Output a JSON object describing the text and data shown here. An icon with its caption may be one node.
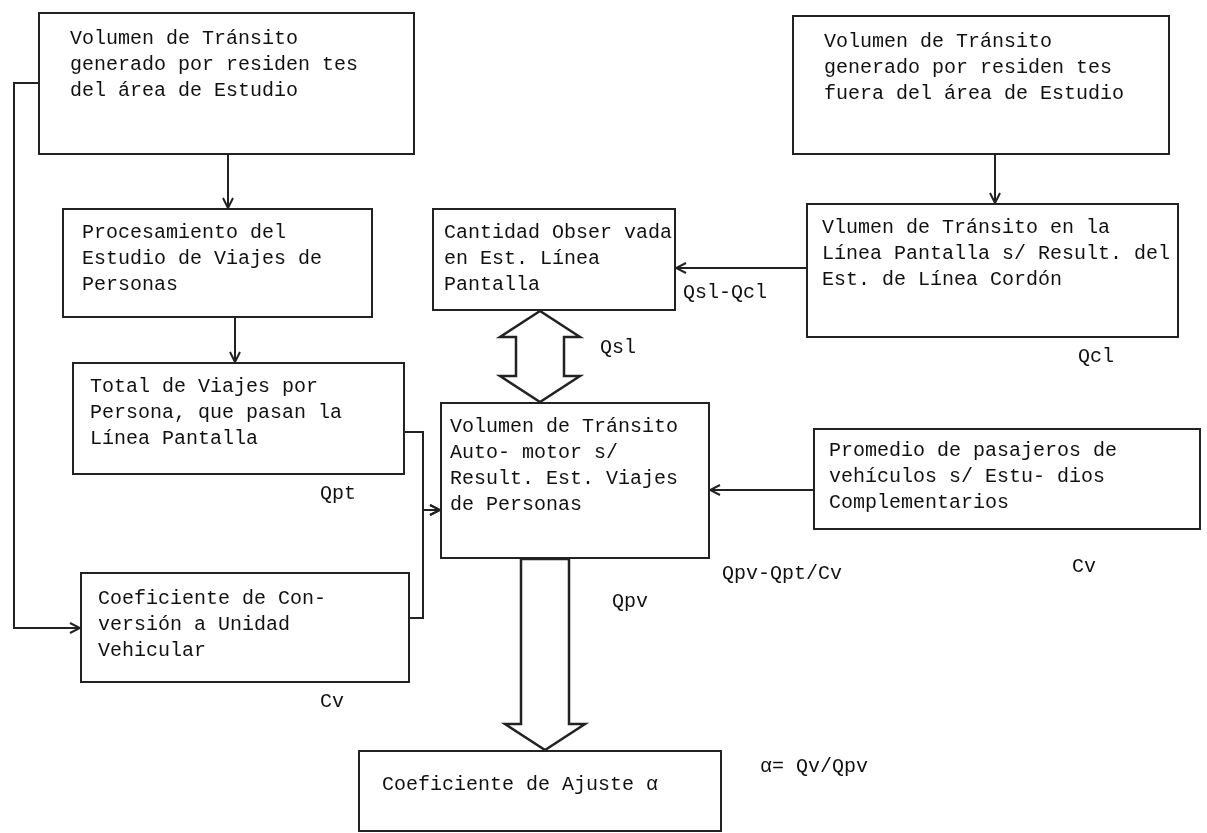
{
  "diagram": {
    "nodes": [
      {
        "text": [
          "Volumen de Tránsito generado por residen tes del área de Estudio"
        ]
      },
      {
        "text": [
          "Procesamiento del Estudio de Viajes de Personas"
        ]
      },
      {
        "text": [
          "Total de Viajes por Persona, que pasan la Línea Pantalla"
        ],
        "beside": [
          "Qpt"
        ]
      },
      {
        "text": [
          "Coeficiente de Con- versión a Unidad Vehicular"
        ],
        "beside": [
          "Cv"
        ]
      },
      {
        "text": [
          "Volumen de Tránsito generado por residen tes fuera del área de Estudio"
        ]
      },
      {
        "text": [
          "Cantidad Obser vada en Est. Línea Pantalla"
        ]
      },
      {
        "text": [
          "Vlumen de Tránsito en la Línea Pantalla s/ Result. del Est. de Línea Cordón"
        ],
        "beside": [
          "Qcl"
        ]
      },
      {
        "text": [
          "Volumen de Tránsito Auto- motor s/ Result. Est. Viajes de Personas"
        ]
      },
      {
        "text": [
          "Promedio de pasajeros de vehículos s/ Estu- dios Complementarios"
        ],
        "beside": [
          "Cv"
        ]
      },
      {
        "text": [
          "Coeficiente de Ajuste α"
        ]
      }
    ],
    "edges": [
      {
        "from": 0,
        "to": 1,
        "arrow": "to"
      },
      {
        "from": 1,
        "to": 2,
        "arrow": "to"
      },
      {
        "from": 4,
        "to": 6,
        "arrow": "to"
      },
      {
        "from": 6,
        "to": 5,
        "arrow": "to",
        "label": "Qsl-Qcl"
      },
      {
        "from": 5,
        "to": 7,
        "arrow": "both",
        "style": "thick",
        "label": "Qsl"
      },
      {
        "from": 0,
        "to": 3,
        "arrow": "to"
      },
      {
        "from": 2,
        "to": 7,
        "arrow": "to"
      },
      {
        "from": 3,
        "to": 7,
        "arrow": "to"
      },
      {
        "from": 8,
        "to": 7,
        "arrow": "to"
      },
      {
        "from": 7,
        "to": 9,
        "arrow": "to",
        "style": "thick",
        "label": "Qpv"
      }
    ],
    "labels": [
      "Qpv-Qpt/Cv",
      "α= Qv/Qpv"
    ]
  }
}
